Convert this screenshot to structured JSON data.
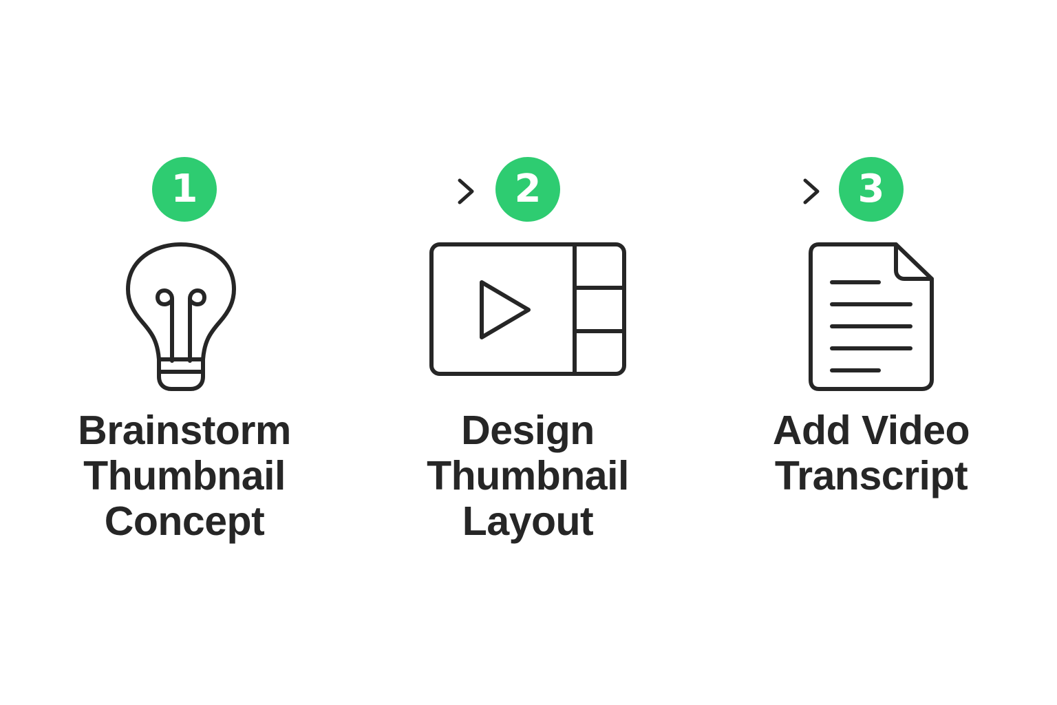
{
  "colors": {
    "accent": "#2ecc71",
    "ink": "#262626",
    "background": "#ffffff"
  },
  "steps": [
    {
      "number": "1",
      "icon": "lightbulb-icon",
      "label_lines": [
        "Brainstorm",
        "Thumbnail",
        "Concept"
      ]
    },
    {
      "number": "2",
      "icon": "video-layout-icon",
      "label_lines": [
        "Design",
        "Thumbnail",
        "Layout"
      ]
    },
    {
      "number": "3",
      "icon": "document-icon",
      "label_lines": [
        "Add Video",
        "Transcript"
      ]
    }
  ],
  "connectors": [
    {
      "from": "1",
      "to": "2",
      "icon": "arrow-right-icon"
    },
    {
      "from": "2",
      "to": "3",
      "icon": "arrow-right-icon"
    }
  ]
}
